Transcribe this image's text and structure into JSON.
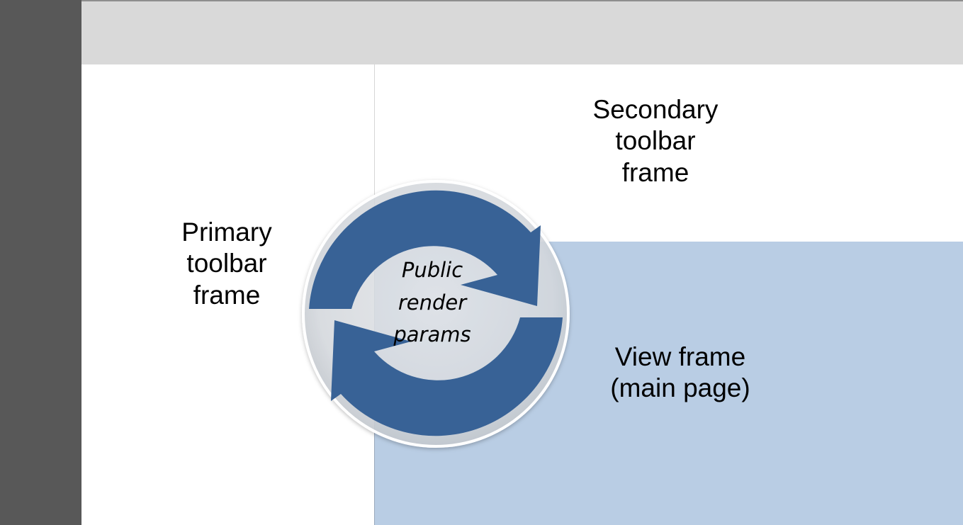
{
  "diagram": {
    "labels": {
      "secondary_toolbar": "Secondary\ntoolbar\nframe",
      "primary_toolbar": "Primary\ntoolbar\nframe",
      "view_frame": "View frame\n(main page)",
      "cycle_center": "Public\nrender\nparams"
    },
    "colors": {
      "left_bar": "#585858",
      "top_bar": "#d9d9d9",
      "view_frame": "#b9cde4",
      "arrows": "#386296",
      "circle_fill": "#dfe2e6",
      "background": "#ffffff"
    }
  }
}
